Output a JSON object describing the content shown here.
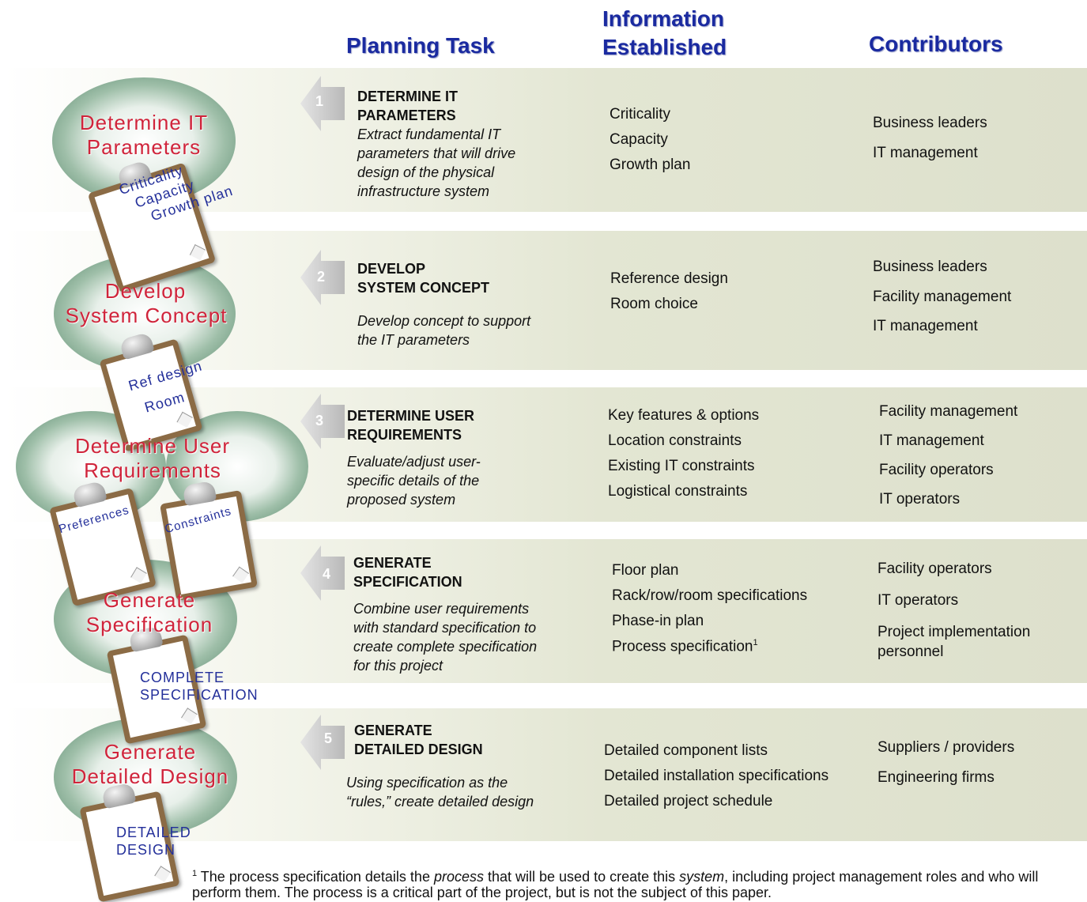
{
  "headers": {
    "task": "Planning Task",
    "info_line1": "Information",
    "info_line2": "Established",
    "contributors": "Contributors"
  },
  "rows": [
    {
      "num": "1",
      "title_l1": "DETERMINE IT",
      "title_l2": "PARAMETERS",
      "desc": [
        "Extract fundamental IT",
        "parameters that will drive",
        "design of the physical",
        "infrastructure system"
      ],
      "info": [
        "Criticality",
        "Capacity",
        "Growth plan"
      ],
      "contributors": [
        "Business leaders",
        "IT management"
      ]
    },
    {
      "num": "2",
      "title_l1": "DEVELOP",
      "title_l2": "SYSTEM CONCEPT",
      "desc": [
        "Develop concept to support",
        "the IT parameters"
      ],
      "info": [
        "Reference design",
        "Room choice"
      ],
      "contributors": [
        "Business leaders",
        "Facility management",
        "IT management"
      ]
    },
    {
      "num": "3",
      "title_l1": "DETERMINE USER",
      "title_l2": "REQUIREMENTS",
      "desc": [
        "Evaluate/adjust user-",
        "specific details of the",
        "proposed system"
      ],
      "info": [
        "Key features & options",
        "Location constraints",
        "Existing IT constraints",
        "Logistical constraints"
      ],
      "contributors": [
        "Facility management",
        "IT management",
        "Facility operators",
        "IT operators"
      ]
    },
    {
      "num": "4",
      "title_l1": "GENERATE",
      "title_l2": "SPECIFICATION",
      "desc": [
        "Combine user requirements",
        "with standard specification to",
        "create complete specification",
        "for this project"
      ],
      "info": [
        "Floor plan",
        "Rack/row/room specifications",
        "Phase-in plan",
        "Process specification"
      ],
      "info_sup": "1",
      "contributors": [
        "Facility operators",
        "IT operators",
        "Project implementation",
        "personnel"
      ]
    },
    {
      "num": "5",
      "title_l1": "GENERATE",
      "title_l2": "DETAILED DESIGN",
      "desc": [
        "Using specification as the",
        "“rules,” create detailed design"
      ],
      "info": [
        "Detailed component lists",
        "Detailed installation specifications",
        "Detailed project schedule"
      ],
      "contributors": [
        "Suppliers / providers",
        "Engineering firms"
      ]
    }
  ],
  "stages": [
    {
      "l1": "Determine IT",
      "l2": "Parameters"
    },
    {
      "l1": "Develop",
      "l2": "System Concept"
    },
    {
      "l1": "Determine User",
      "l2": "Requirements"
    },
    {
      "l1": "Generate",
      "l2": "Specification"
    },
    {
      "l1": "Generate",
      "l2": "Detailed Design"
    }
  ],
  "clipboards": {
    "c1": [
      "Criticality",
      "Capacity",
      "Growth plan"
    ],
    "c2": [
      "Ref design",
      "Room"
    ],
    "c3a": "Preferences",
    "c3b": "Constraints",
    "c4": [
      "COMPLETE",
      "SPECIFICATION"
    ],
    "c5": [
      "DETAILED",
      "DESIGN"
    ]
  },
  "footnote": {
    "sup": "1",
    "p1": " The process specification details the ",
    "i1": "process",
    "p2": " that will be used to create this ",
    "i2": "system",
    "p3": ", including project management roles and who will perform them. The process is a critical part of the project, but is not the subject of this paper."
  }
}
